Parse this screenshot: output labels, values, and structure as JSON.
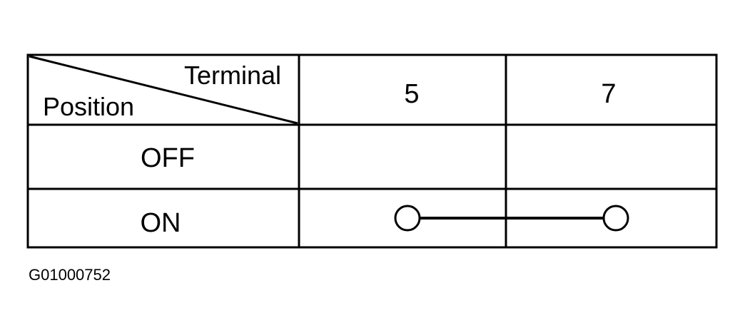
{
  "header": {
    "terminal_label": "Terminal",
    "position_label": "Position"
  },
  "terminals": [
    "5",
    "7"
  ],
  "rows": [
    {
      "label": "OFF",
      "continuity": []
    },
    {
      "label": "ON",
      "continuity": [
        "5",
        "7"
      ]
    }
  ],
  "figure_code": "G01000752"
}
